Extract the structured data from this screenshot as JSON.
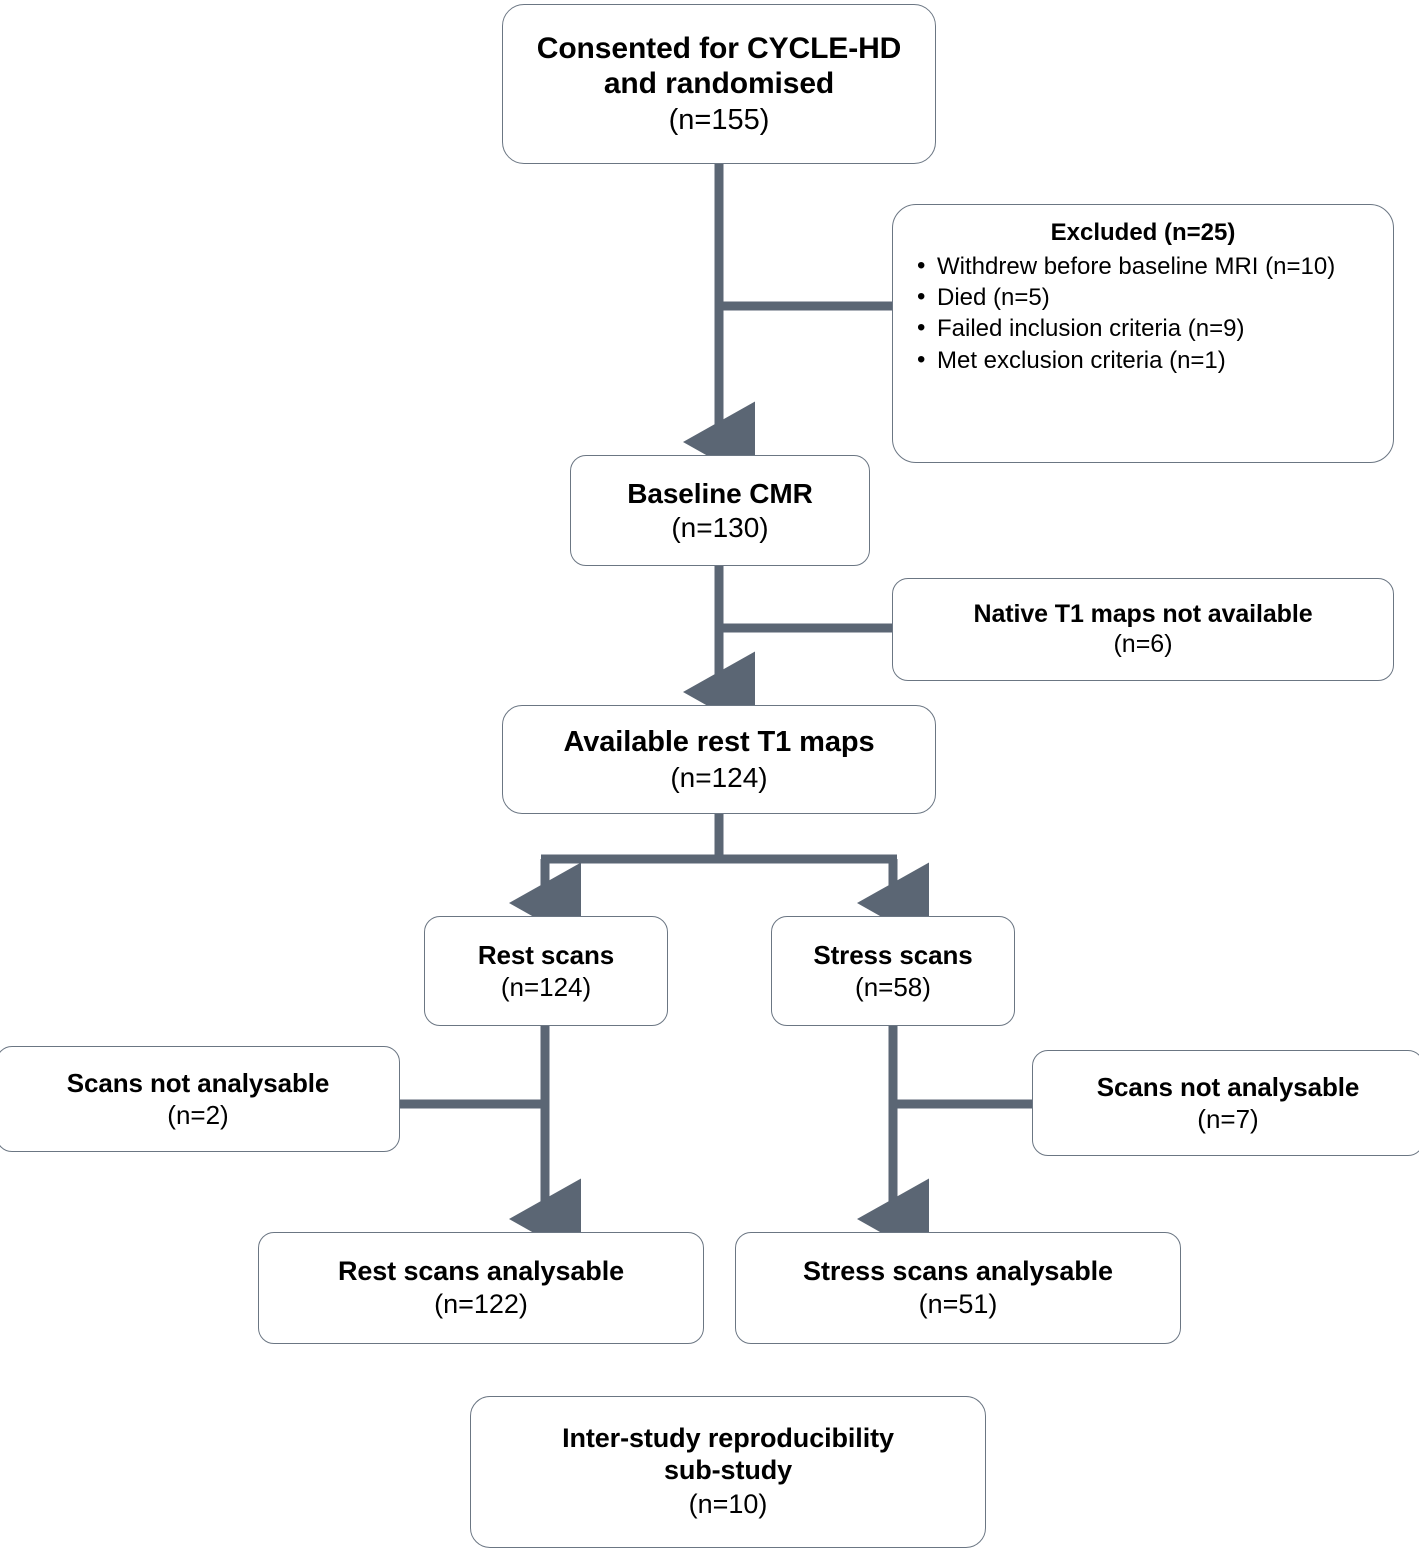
{
  "diagram": {
    "title": "CYCLE-HD CMR T1 mapping participant flow",
    "accent_connector_color": "#5b6674",
    "box_border_color": "#6b7683",
    "text_color": "#000000",
    "background_color": "#ffffff"
  },
  "nodes": {
    "consented": {
      "line1": "Consented for CYCLE-HD",
      "line2": "and randomised",
      "count": "(n=155)"
    },
    "excluded": {
      "heading": "Excluded (n=25)",
      "items": [
        "Withdrew before baseline MRI (n=10)",
        "Died (n=5)",
        "Failed inclusion criteria (n=9)",
        "Met exclusion criteria (n=1)"
      ]
    },
    "baseline_cmr": {
      "title": "Baseline CMR",
      "count": "(n=130)"
    },
    "native_t1_unavailable": {
      "title": "Native T1 maps not available",
      "count": "(n=6)"
    },
    "available_rest_t1": {
      "title": "Available rest T1 maps",
      "count": "(n=124)"
    },
    "rest_scans": {
      "title": "Rest scans",
      "count": "(n=124)"
    },
    "stress_scans": {
      "title": "Stress scans",
      "count": "(n=58)"
    },
    "rest_not_analysable": {
      "title": "Scans not analysable",
      "count": "(n=2)"
    },
    "stress_not_analysable": {
      "title": "Scans not analysable",
      "count": "(n=7)"
    },
    "rest_analysable": {
      "title": "Rest scans analysable",
      "count": "(n=122)"
    },
    "stress_analysable": {
      "title": "Stress scans analysable",
      "count": "(n=51)"
    },
    "sub_study": {
      "line1": "Inter-study reproducibility",
      "line2": "sub-study",
      "count": "(n=10)"
    }
  },
  "flow_data": {
    "type": "flowchart",
    "orientation": "top-to-bottom",
    "counts": {
      "consented_randomised": 155,
      "excluded_total": 25,
      "excluded_withdrew_before_baseline_mri": 10,
      "excluded_died": 5,
      "excluded_failed_inclusion_criteria": 9,
      "excluded_met_exclusion_criteria": 1,
      "baseline_cmr": 130,
      "native_t1_maps_not_available": 6,
      "available_rest_t1_maps": 124,
      "rest_scans": 124,
      "stress_scans": 58,
      "rest_scans_not_analysable": 2,
      "stress_scans_not_analysable": 7,
      "rest_scans_analysable": 122,
      "stress_scans_analysable": 51,
      "inter_study_reproducibility_sub_study": 10
    },
    "edges": [
      {
        "from": "consented",
        "to": "baseline_cmr",
        "kind": "arrow"
      },
      {
        "from": "consented",
        "to": "excluded",
        "kind": "side-branch"
      },
      {
        "from": "baseline_cmr",
        "to": "available_rest_t1",
        "kind": "arrow"
      },
      {
        "from": "baseline_cmr",
        "to": "native_t1_unavailable",
        "kind": "side-branch"
      },
      {
        "from": "available_rest_t1",
        "to": "rest_scans",
        "kind": "split-arrow"
      },
      {
        "from": "available_rest_t1",
        "to": "stress_scans",
        "kind": "split-arrow"
      },
      {
        "from": "rest_scans",
        "to": "rest_analysable",
        "kind": "arrow"
      },
      {
        "from": "rest_scans",
        "to": "rest_not_analysable",
        "kind": "side-branch"
      },
      {
        "from": "stress_scans",
        "to": "stress_analysable",
        "kind": "arrow"
      },
      {
        "from": "stress_scans",
        "to": "stress_not_analysable",
        "kind": "side-branch"
      }
    ]
  }
}
